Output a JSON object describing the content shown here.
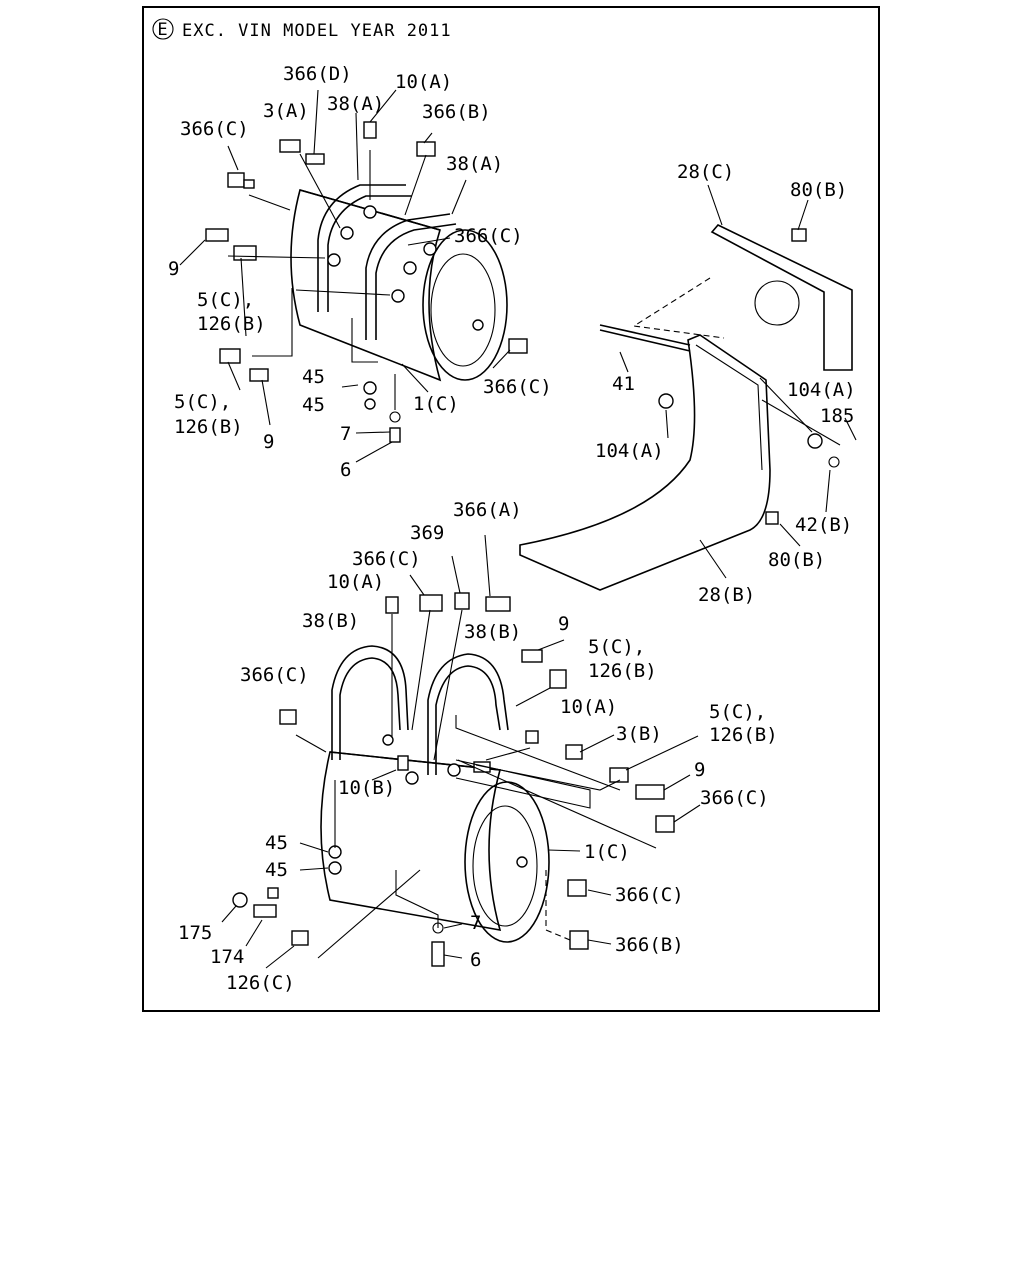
{
  "header": {
    "badge": "E",
    "title": "EXC. VIN MODEL YEAR 2011"
  },
  "callouts": {
    "c01": "366(D)",
    "c02": "10(A)",
    "c03": "3(A)",
    "c04": "38(A)",
    "c05": "366(B)",
    "c06": "366(C)",
    "c07": "38(A)",
    "c08": "366(C)",
    "c09": "9",
    "c10": "5(C),",
    "c11": "126(B)",
    "c12": "45",
    "c13": "45",
    "c14": "1(C)",
    "c15": "366(C)",
    "c16": "5(C),",
    "c17": "126(B)",
    "c18": "9",
    "c19": "7",
    "c20": "6",
    "c21": "28(C)",
    "c22": "80(B)",
    "c23": "41",
    "c24": "104(A)",
    "c25": "104(A)",
    "c26": "185",
    "c27": "42(B)",
    "c28": "80(B)",
    "c29": "28(B)",
    "c30": "366(A)",
    "c31": "369",
    "c32": "366(C)",
    "c33": "10(A)",
    "c34": "38(B)",
    "c35": "38(B)",
    "c36": "9",
    "c37": "5(C),",
    "c38": "126(B)",
    "c39": "366(C)",
    "c40": "10(A)",
    "c41": "3(B)",
    "c42": "5(C),",
    "c43": "126(B)",
    "c44": "9",
    "c45": "10(B)",
    "c46": "366(C)",
    "c47": "45",
    "c48": "1(C)",
    "c49": "45",
    "c50": "366(C)",
    "c51": "175",
    "c52": "7",
    "c53": "174",
    "c54": "366(B)",
    "c55": "6",
    "c56": "126(C)"
  }
}
